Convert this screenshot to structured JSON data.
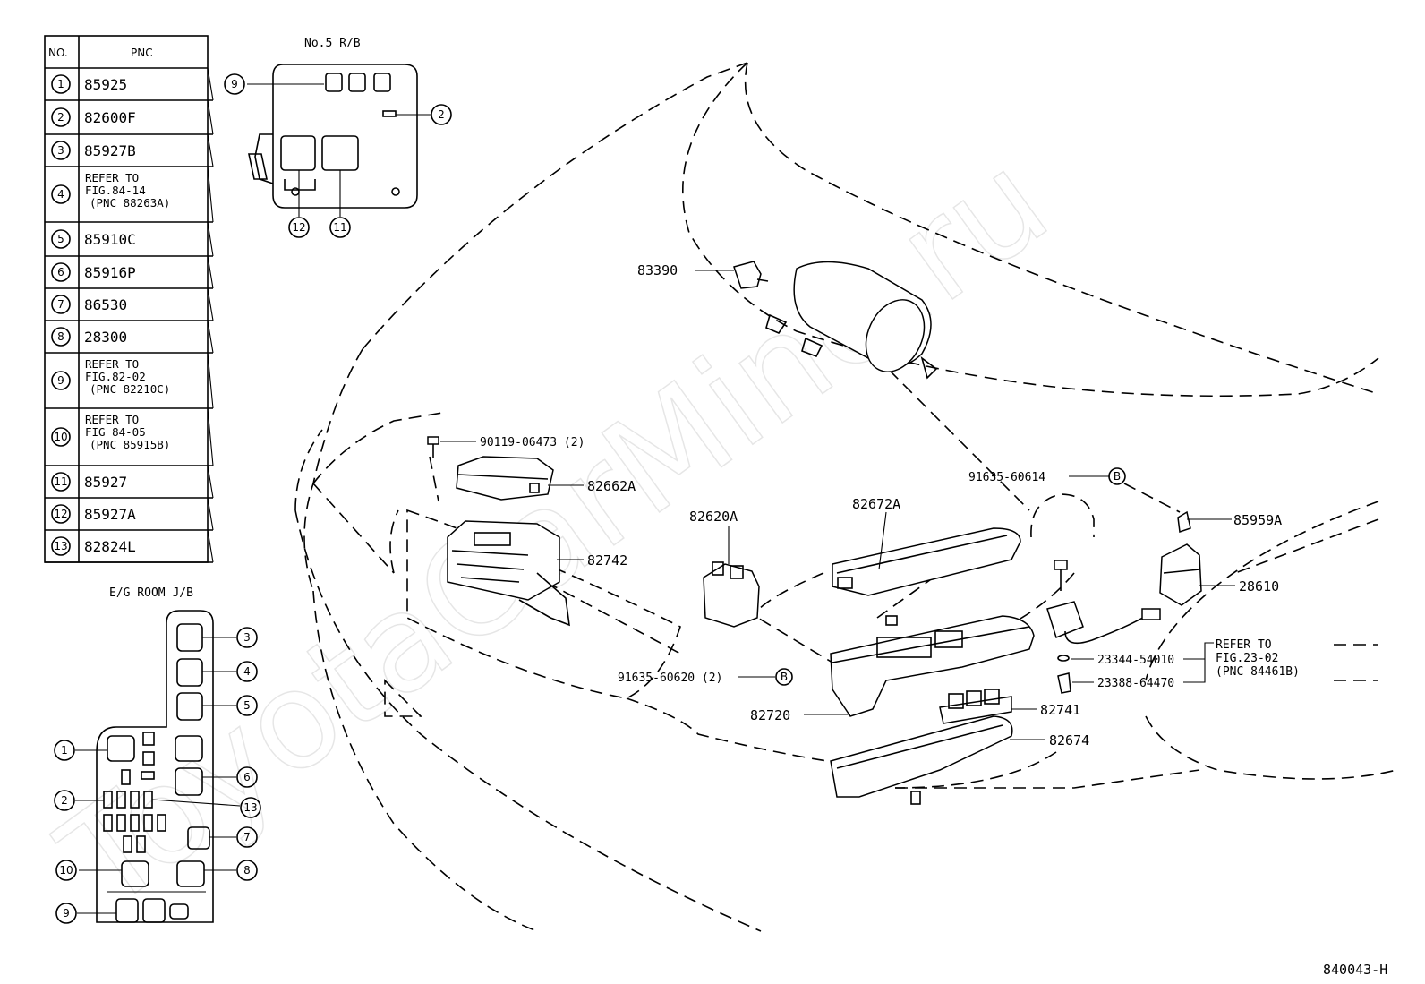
{
  "table": {
    "header_no": "NO.",
    "header_pnc": "PNC",
    "rows": [
      {
        "no": "1",
        "lines": [
          "85925"
        ]
      },
      {
        "no": "2",
        "lines": [
          "82600F"
        ]
      },
      {
        "no": "3",
        "lines": [
          "85927B"
        ]
      },
      {
        "no": "4",
        "lines": [
          "REFER TO",
          "FIG.84-14",
          "(PNC 88263A)"
        ]
      },
      {
        "no": "5",
        "lines": [
          "85910C"
        ]
      },
      {
        "no": "6",
        "lines": [
          "85916P"
        ]
      },
      {
        "no": "7",
        "lines": [
          "86530"
        ]
      },
      {
        "no": "8",
        "lines": [
          "28300"
        ]
      },
      {
        "no": "9",
        "lines": [
          "REFER TO",
          "FIG.82-02",
          "(PNC 82210C)"
        ]
      },
      {
        "no": "10",
        "lines": [
          "REFER TO",
          "FIG 84-05",
          "(PNC 85915B)"
        ]
      },
      {
        "no": "11",
        "lines": [
          "85927"
        ]
      },
      {
        "no": "12",
        "lines": [
          "85927A"
        ]
      },
      {
        "no": "13",
        "lines": [
          "82824L"
        ]
      }
    ]
  },
  "inset_no5": {
    "title": "No.5 R/B",
    "callouts": [
      "9",
      "2",
      "12",
      "11"
    ]
  },
  "inset_eg": {
    "title": "E/G ROOM J/B",
    "callouts": [
      "3",
      "4",
      "5",
      "1",
      "6",
      "2",
      "13",
      "7",
      "10",
      "8",
      "9"
    ]
  },
  "parts": {
    "p83390": "83390",
    "p90119": "90119-06473 (2)",
    "p82662A": "82662A",
    "p82742": "82742",
    "p82620A": "82620A",
    "p82672A": "82672A",
    "p91635_60614": "91635-60614",
    "p85959A": "85959A",
    "p28610": "28610",
    "p91635_60620": "91635-60620 (2)",
    "p82720": "82720",
    "p82741": "82741",
    "p82674": "82674",
    "p23344": "23344-54010",
    "p23388": "23388-64470",
    "refer1": "REFER TO",
    "refer2": "FIG.23-02",
    "refer3": "(PNC 84461B)",
    "b_marker": "B"
  },
  "figure_id": "840043-H",
  "watermark": "ToyotaCarMine.ru"
}
